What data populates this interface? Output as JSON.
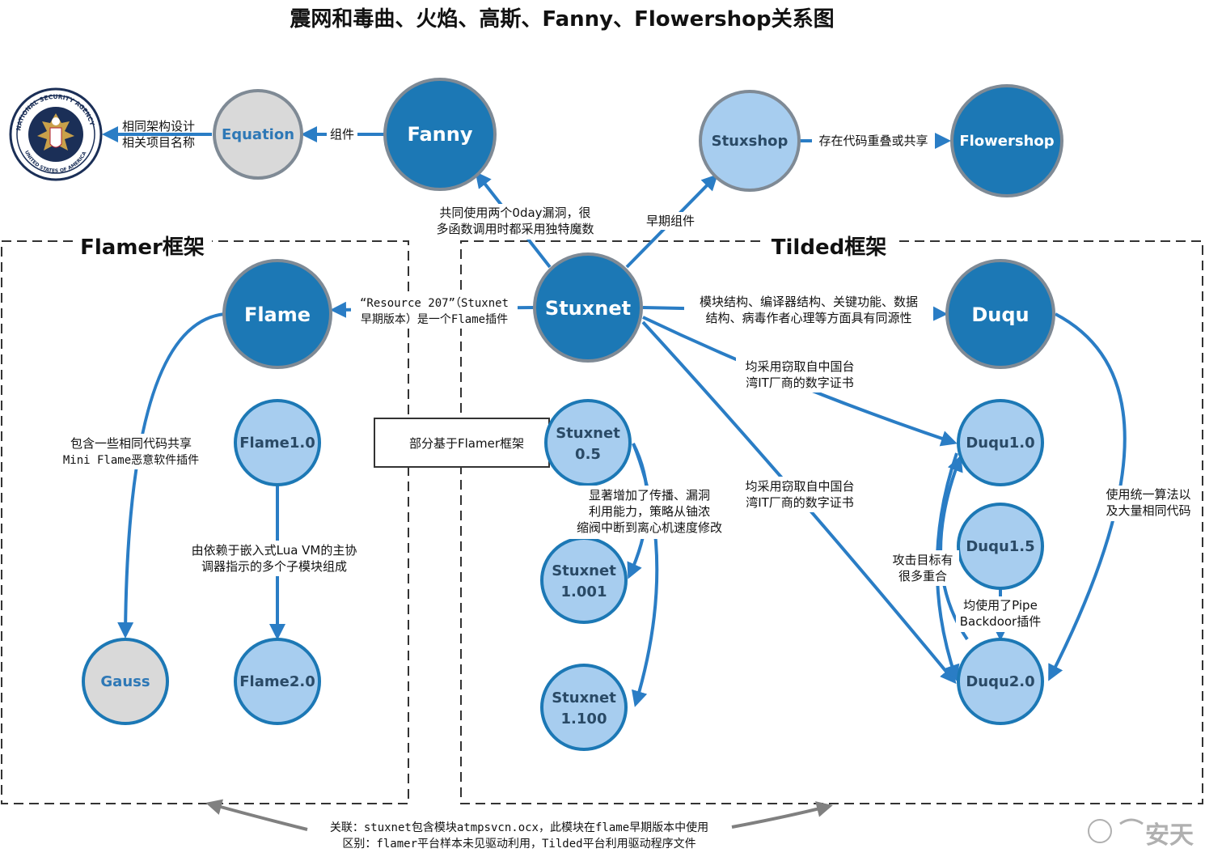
{
  "title": "震网和毒曲、火焰、高斯、Fanny、Flowershop关系图",
  "colors": {
    "dark_node": "#1c78b5",
    "light_node": "#a7cdef",
    "gray_node": "#d9d9d9",
    "node_border": "#7f8a95",
    "edge": "#2a7dc5",
    "frame": "#333333",
    "footer_arrow": "#808080"
  },
  "logo": {
    "name": "nsa-seal",
    "text": "NATIONAL SECURITY AGENCY · UNITED STATES OF AMERICA"
  },
  "frames": {
    "flamer": "Flamer框架",
    "tilded": "Tilded框架"
  },
  "nodes": {
    "equation": "Equation",
    "fanny": "Fanny",
    "stuxshop": "Stuxshop",
    "flowershop": "Flowershop",
    "flame": "Flame",
    "stuxnet": "Stuxnet",
    "duqu": "Duqu",
    "flame10": "Flame1.0",
    "stuxnet05": [
      "Stuxnet",
      "0.5"
    ],
    "duqu10": "Duqu1.0",
    "duqu15": "Duqu1.5",
    "stuxnet1001": [
      "Stuxnet",
      "1.001"
    ],
    "gauss": "Gauss",
    "flame20": "Flame2.0",
    "stuxnet1100": [
      "Stuxnet",
      "1.100"
    ],
    "duqu20": "Duqu2.0"
  },
  "labels": {
    "logo_to_equation": [
      "相同架构设计",
      "相关项目名称"
    ],
    "fanny_equation": "组件",
    "stuxshop_flowershop": "存在代码重叠或共享",
    "stuxnet_fanny": [
      "共同使用两个0day漏洞，很",
      "多函数调用时都采用独特魔数"
    ],
    "stuxnet_stuxshop": "早期组件",
    "stuxnet_flame": [
      "“Resource 207”（Stuxnet",
      "早期版本）是一个Flame插件"
    ],
    "stuxnet_duqu": [
      "模块结构、编译器结构、关键功能、数据",
      "结构、病毒作者心理等方面具有同源性"
    ],
    "stuxnet_duqu10": [
      "均采用窃取自中国台",
      "湾IT厂商的数字证书"
    ],
    "stuxnet_duqu20": [
      "均采用窃取自中国台",
      "湾IT厂商的数字证书"
    ],
    "flamer_box": "部分基于Flamer框架",
    "flame_gauss": [
      "包含一些相同代码共享",
      "Mini Flame恶意软件插件"
    ],
    "flame10_20": [
      "由依赖于嵌入式Lua VM的主协",
      "调器指示的多个子模块组成"
    ],
    "stuxnet_versions": [
      "显著增加了传播、漏洞",
      "利用能力，策略从铀浓",
      "缩阀中断到离心机速度修改"
    ],
    "duqu_overlap": [
      "攻击目标有",
      "很多重合"
    ],
    "duqu15_20": [
      "均使用了Pipe",
      "Backdoor插件"
    ],
    "duqu_duqu20": [
      "使用统一算法以",
      "及大量相同代码"
    ]
  },
  "footer": [
    "关联：stuxnet包含模块atmpsvcn.ocx，此模块在flame早期版本中使用",
    "区别：flamer平台样本未见驱动利用，Tilded平台利用驱动程序文件"
  ],
  "watermark": "安天"
}
